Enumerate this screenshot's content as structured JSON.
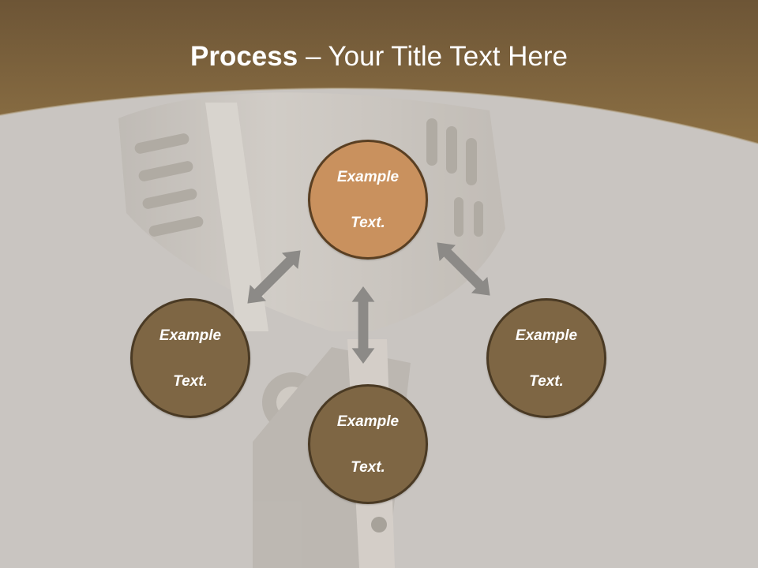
{
  "title": {
    "bold": "Process",
    "rest": " – Your Title Text Here"
  },
  "nodes": {
    "top": {
      "line1": "Example",
      "line2": "Text."
    },
    "left": {
      "line1": "Example",
      "line2": "Text."
    },
    "right": {
      "line1": "Example",
      "line2": "Text."
    },
    "bottom": {
      "line1": "Example",
      "line2": "Text."
    }
  },
  "colors": {
    "header_brown": "#7e6644",
    "accent_orange": "#c9915e",
    "node_brown": "#7e6644",
    "arrow_gray": "#8c8a87",
    "background": "#c9c5c1"
  }
}
